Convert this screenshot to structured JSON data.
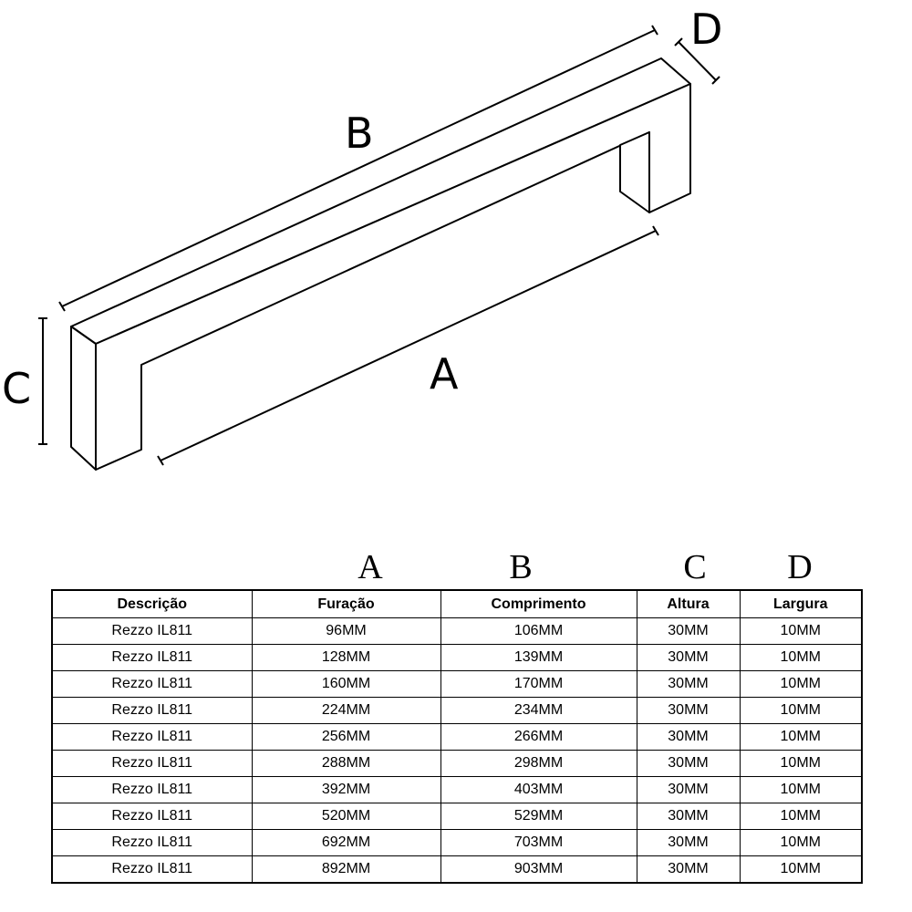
{
  "drawing": {
    "labels": {
      "A": "A",
      "B": "B",
      "C": "C",
      "D": "D"
    }
  },
  "table": {
    "column_letters": [
      "A",
      "B",
      "C",
      "D"
    ],
    "headers": [
      "Descrição",
      "Furação",
      "Comprimento",
      "Altura",
      "Largura"
    ],
    "rows": [
      [
        "Rezzo IL811",
        "96MM",
        "106MM",
        "30MM",
        "10MM"
      ],
      [
        "Rezzo IL811",
        "128MM",
        "139MM",
        "30MM",
        "10MM"
      ],
      [
        "Rezzo IL811",
        "160MM",
        "170MM",
        "30MM",
        "10MM"
      ],
      [
        "Rezzo IL811",
        "224MM",
        "234MM",
        "30MM",
        "10MM"
      ],
      [
        "Rezzo IL811",
        "256MM",
        "266MM",
        "30MM",
        "10MM"
      ],
      [
        "Rezzo IL811",
        "288MM",
        "298MM",
        "30MM",
        "10MM"
      ],
      [
        "Rezzo IL811",
        "392MM",
        "403MM",
        "30MM",
        "10MM"
      ],
      [
        "Rezzo IL811",
        "520MM",
        "529MM",
        "30MM",
        "10MM"
      ],
      [
        "Rezzo IL811",
        "692MM",
        "703MM",
        "30MM",
        "10MM"
      ],
      [
        "Rezzo IL811",
        "892MM",
        "903MM",
        "30MM",
        "10MM"
      ]
    ]
  }
}
